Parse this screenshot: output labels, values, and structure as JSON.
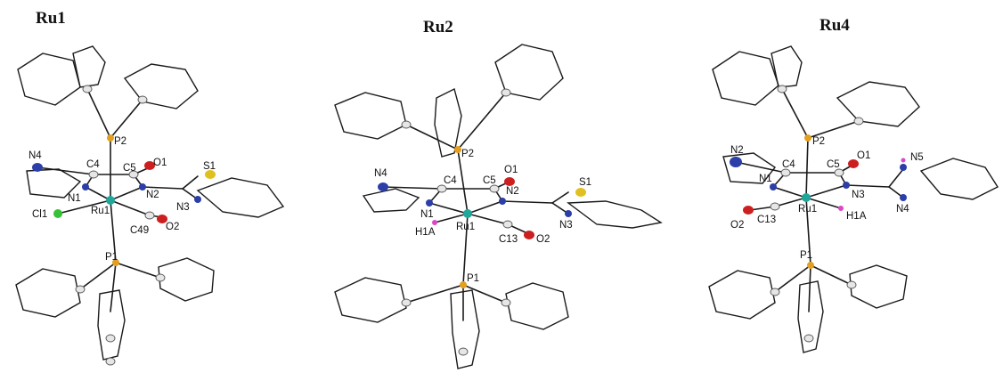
{
  "panels": [
    {
      "title": "Ru1",
      "labels": [
        "N4",
        "C4",
        "C5",
        "O1",
        "S1",
        "N1",
        "N2",
        "N3",
        "Cl1",
        "Ru1",
        "C49",
        "O2",
        "P2",
        "P1"
      ]
    },
    {
      "title": "Ru2",
      "labels": [
        "P2",
        "N4",
        "C4",
        "C5",
        "O1",
        "N2",
        "S1",
        "N1",
        "H1A",
        "Ru1",
        "C13",
        "O2",
        "N3",
        "P1"
      ]
    },
    {
      "title": "Ru4",
      "labels": [
        "P2",
        "N2",
        "C4",
        "C5",
        "O1",
        "N5",
        "N1",
        "N3",
        "O2",
        "C13",
        "Ru1",
        "H1A",
        "N4",
        "P1"
      ]
    }
  ],
  "colors": {
    "ruthenium": "#1fa89a",
    "phosphorus": "#e3a020",
    "nitrogen": "#2c3ea8",
    "oxygen": "#cc1f1f",
    "sulfur": "#e0c020",
    "chlorine": "#36c236",
    "hydrogen": "#d948c8",
    "carbon": "#e6e6e6"
  }
}
